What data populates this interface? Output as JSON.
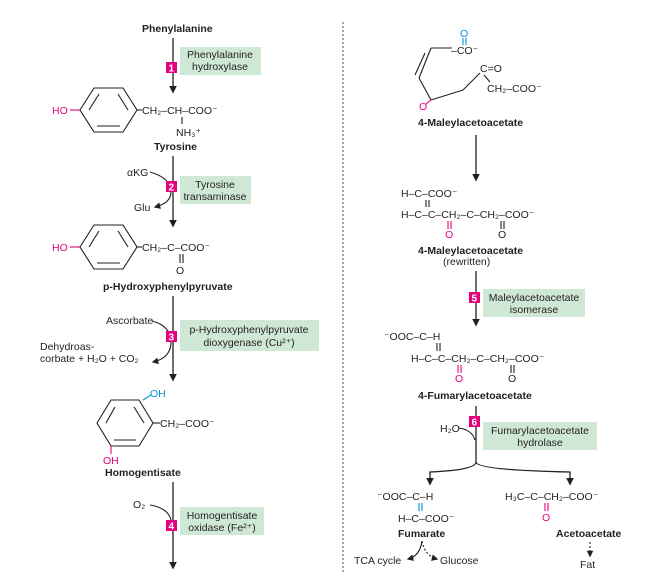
{
  "left": {
    "phenylalanine": "Phenylalanine",
    "step1": {
      "num": "1",
      "enzyme_line1": "Phenylalanine",
      "enzyme_line2": "hydroxylase"
    },
    "tyrosine": {
      "ho": "HO",
      "chain": "CH₂–CH–COO⁻",
      "amine": "NH₃⁺",
      "name": "Tyrosine"
    },
    "step2": {
      "num": "2",
      "enzyme_line1": "Tyrosine",
      "enzyme_line2": "transaminase",
      "in": "αKG",
      "out": "Glu"
    },
    "hpp": {
      "ho": "HO",
      "chain": "CH₂–C–COO⁻",
      "o": "O",
      "name": "p-Hydroxyphenylpyruvate"
    },
    "step3": {
      "num": "3",
      "enzyme_line1": "p-Hydroxyphenylpyruvate",
      "enzyme_line2": "dioxygenase (Cu²⁺)",
      "in": "Ascorbate",
      "out_line1": "Dehydroas-",
      "out_line2": "corbate + H₂O + CO₂"
    },
    "homogentisate": {
      "oh_top": "OH",
      "chain": "CH₂–COO⁻",
      "oh_bottom": "OH",
      "name": "Homogentisate"
    },
    "step4": {
      "num": "4",
      "enzyme_line1": "Homogentisate",
      "enzyme_line2": "oxidase (Fe²⁺)",
      "in": "O₂"
    }
  },
  "right": {
    "maa": {
      "co": "–CO⁻",
      "o_top": "O",
      "ceo": "C=O",
      "ch2coo": "CH₂–COO⁻",
      "name": "4-Maleylacetoacetate"
    },
    "maa_rewritten": {
      "row1": "H–C–COO⁻",
      "row2": "H–C–C–CH₂–C–CH₂–COO⁻",
      "o1": "O",
      "o2": "O",
      "name": "4-Maleylacetoacetate",
      "sub": "(rewritten)"
    },
    "step5": {
      "num": "5",
      "enzyme_line1": "Maleylacetoacetate",
      "enzyme_line2": "isomerase"
    },
    "faa": {
      "row1": "⁻OOC–C–H",
      "row2": "H–C–C–CH₂–C–CH₂–COO⁻",
      "o1": "O",
      "o2": "O",
      "name": "4-Fumarylacetoacetate"
    },
    "step6": {
      "num": "6",
      "enzyme_line1": "Fumarylacetoacetate",
      "enzyme_line2": "hydrolase",
      "in": "H₂O"
    },
    "fumarate": {
      "row1": "⁻OOC–C–H",
      "row2": "H–C–COO⁻",
      "name": "Fumarate",
      "tca": "TCA cycle",
      "glucose": "Glucose"
    },
    "acetoacetate": {
      "row1": "H₃C–C–CH₂–COO⁻",
      "o": "O",
      "name": "Acetoacetate",
      "fat": "Fat"
    }
  },
  "colors": {
    "pink": "#e6007e",
    "blue": "#0095da",
    "enzyme_bg": "#cfe8d6"
  }
}
